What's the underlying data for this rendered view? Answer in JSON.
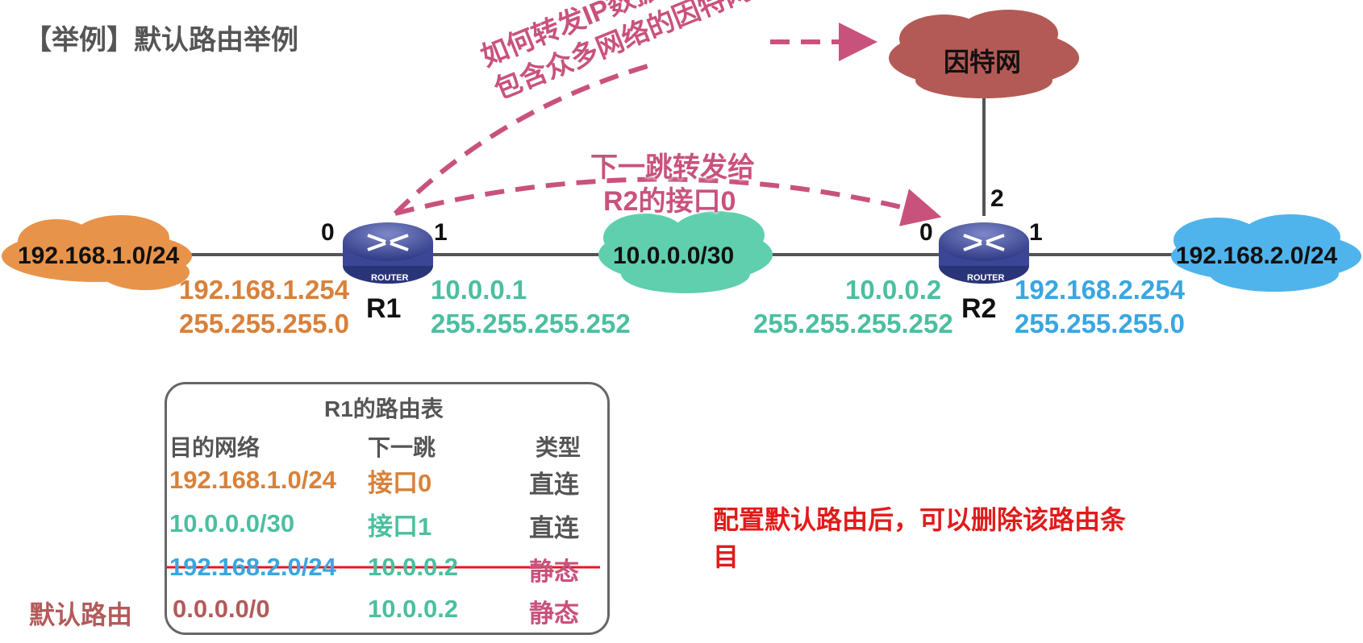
{
  "title": "【举例】默认路由举例",
  "colors": {
    "orange": "#d8813a",
    "teal": "#4bbfa0",
    "blue": "#3aa6e0",
    "pink": "#c9527d",
    "dark_red": "#b35a5a",
    "red": "#e11b1b"
  },
  "internet": {
    "label": "因特网"
  },
  "networks": {
    "lan1": "192.168.1.0/24",
    "link": "10.0.0.0/30",
    "lan2": "192.168.2.0/24"
  },
  "routers": {
    "r1": {
      "name": "R1",
      "icon_text": "ROUTER",
      "port0": "0",
      "port1": "1",
      "if0": {
        "ip": "192.168.1.254",
        "mask": "255.255.255.0"
      },
      "if1": {
        "ip": "10.0.0.1",
        "mask": "255.255.255.252"
      }
    },
    "r2": {
      "name": "R2",
      "icon_text": "ROUTER",
      "port0": "0",
      "port1": "1",
      "port2": "2",
      "if0": {
        "ip": "10.0.0.2",
        "mask": "255.255.255.252"
      },
      "if1": {
        "ip": "192.168.2.254",
        "mask": "255.255.255.0"
      }
    }
  },
  "question": {
    "line1": "如何转发IP数据报到",
    "line2": "包含众多网络的因特网?"
  },
  "answer": {
    "line1": "下一跳转发给",
    "line2": "R2的接口0"
  },
  "routing_table": {
    "caption": "R1的路由表",
    "headers": {
      "dest": "目的网络",
      "next": "下一跳",
      "type": "类型"
    },
    "rows": [
      {
        "dest": "192.168.1.0/24",
        "next": "接口0",
        "type": "直连"
      },
      {
        "dest": "10.0.0.0/30",
        "next": "接口1",
        "type": "直连"
      },
      {
        "dest": "192.168.2.0/24",
        "next": "10.0.0.2",
        "type": "静态"
      },
      {
        "dest": "0.0.0.0/0",
        "next": "10.0.0.2",
        "type": "静态"
      }
    ],
    "default_label": "默认路由"
  },
  "note": {
    "line1": "配置默认路由后，可以删除该路由条",
    "line2": "目"
  }
}
